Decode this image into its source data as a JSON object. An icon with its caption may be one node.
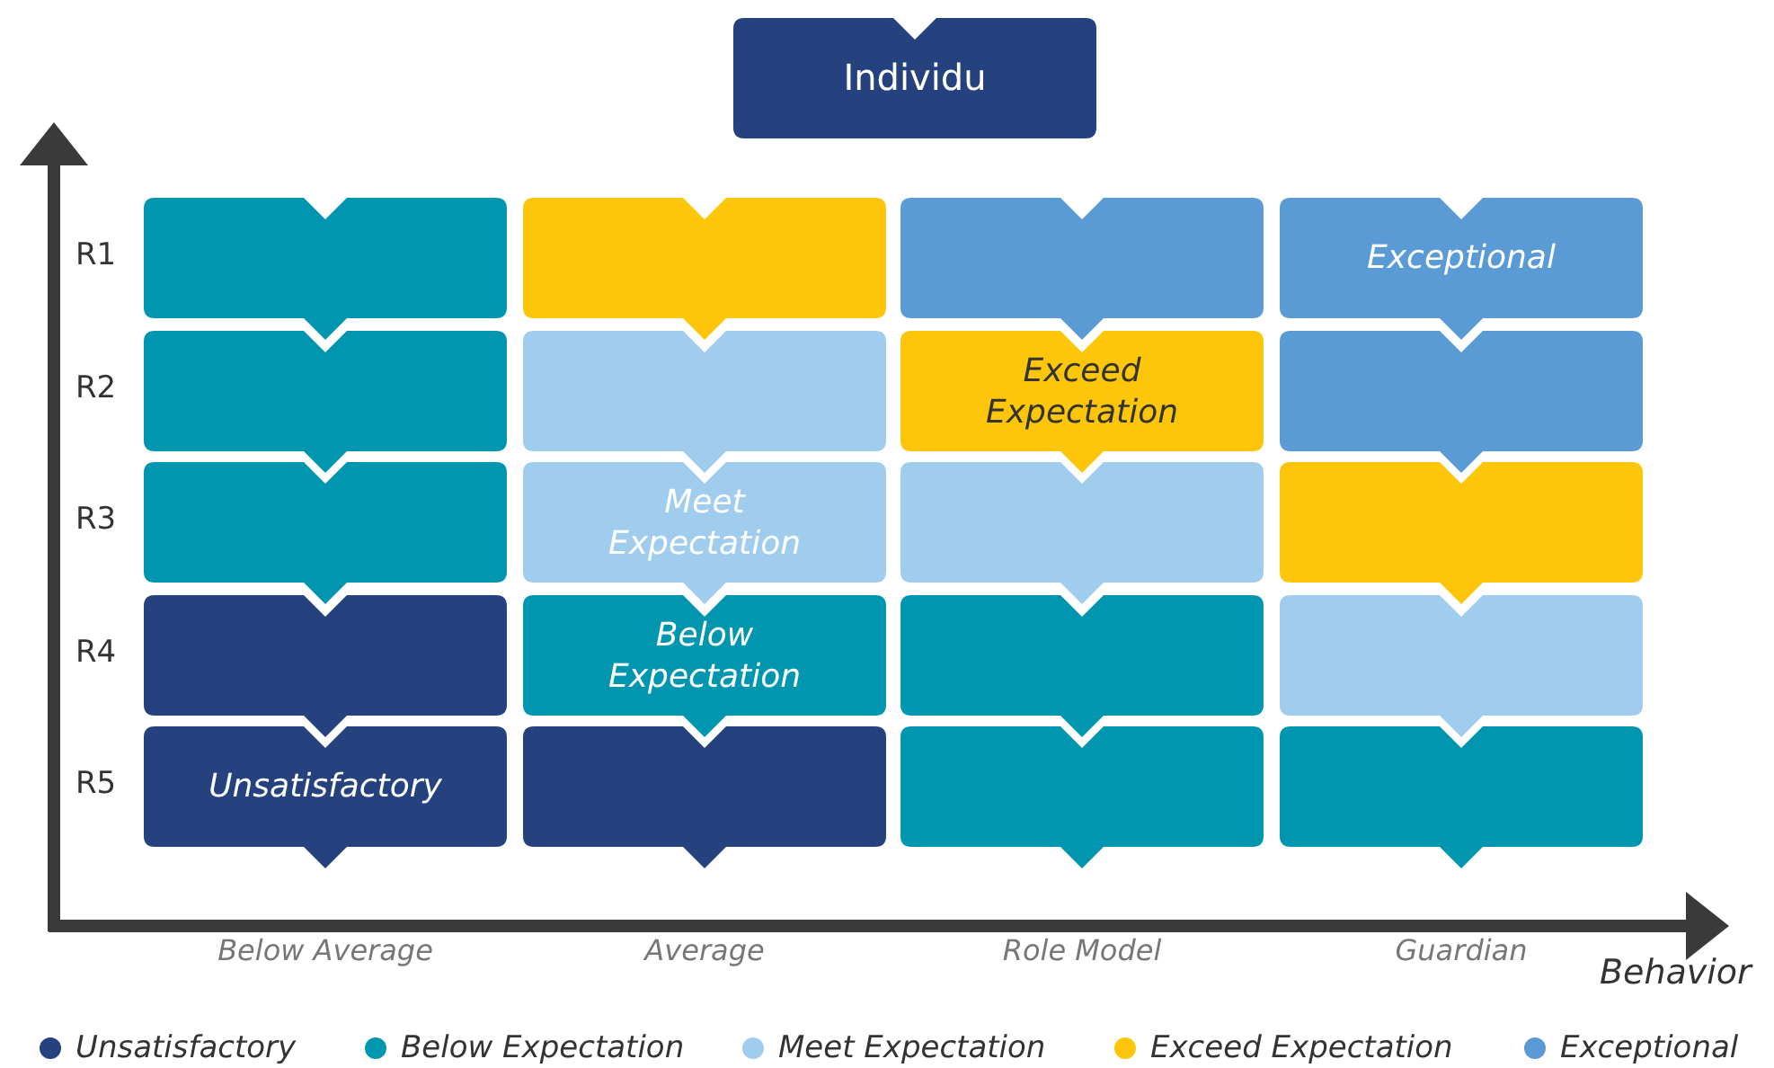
{
  "diagram": {
    "nodes": [
      {
        "text": [
          "Individu"
        ]
      },
      {
        "text": [],
        "shape": "box"
      },
      {
        "text": [],
        "shape": "box"
      },
      {
        "text": [],
        "shape": "box"
      },
      {
        "text": [
          "Exceptional"
        ]
      },
      {
        "text": [],
        "shape": "box"
      },
      {
        "text": [],
        "shape": "box"
      },
      {
        "text": [
          "Exceed Expectation"
        ]
      },
      {
        "text": [],
        "shape": "box"
      },
      {
        "text": [],
        "shape": "box"
      },
      {
        "text": [
          "Meet Expectation"
        ]
      },
      {
        "text": [],
        "shape": "box"
      },
      {
        "text": [],
        "shape": "box"
      },
      {
        "text": [],
        "shape": "box"
      },
      {
        "text": [
          "Below Expectation"
        ]
      },
      {
        "text": [],
        "shape": "box"
      },
      {
        "text": [],
        "shape": "box"
      },
      {
        "text": [
          "Unsatisfactory"
        ]
      },
      {
        "text": [],
        "shape": "box"
      },
      {
        "text": [],
        "shape": "box"
      },
      {
        "text": [],
        "shape": "box"
      }
    ],
    "edges": [],
    "labels": [
      "R1",
      "R2",
      "R3",
      "R4",
      "R5",
      "Below Average",
      "Average",
      "Role Model",
      "Guardian",
      "Behavior"
    ],
    "legend": [
      {
        "text": "Unsatisfactory",
        "color": "#25427f"
      },
      {
        "text": "Below Expectation",
        "color": "#0096b0"
      },
      {
        "text": "Meet Expectation",
        "color": "#a0cdee"
      },
      {
        "text": "Exceed Expectation",
        "color": "#fdc60a"
      },
      {
        "text": "Exceptional",
        "color": "#5b9bd5"
      }
    ]
  }
}
